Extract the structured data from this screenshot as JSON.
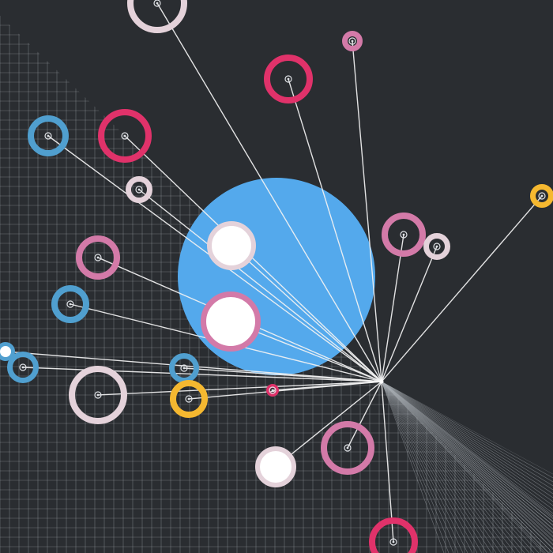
{
  "background": "#2a2d31",
  "palette": {
    "blue": "#509fcf",
    "crimson": "#e0326a",
    "pink": "#d37aa8",
    "blush": "#e4d2da",
    "amber": "#f5b830",
    "sky": "#54a9ec",
    "white": "#ffffff",
    "grid": "#a8adb3"
  },
  "hub_label": "central-hub",
  "central_disc": {
    "color": "sky"
  },
  "node_count": 25
}
